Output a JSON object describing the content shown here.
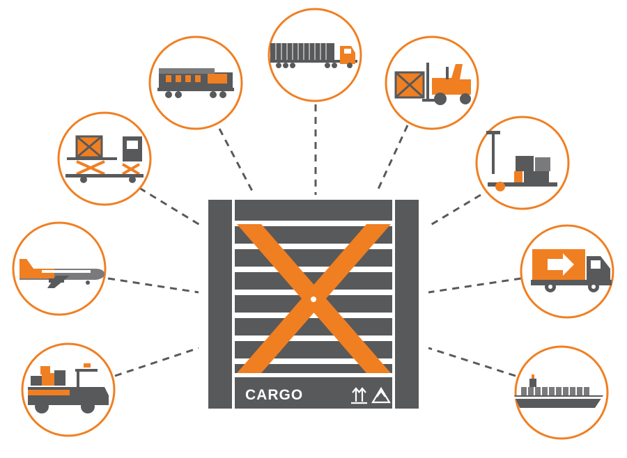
{
  "colors": {
    "accent": "#f07f22",
    "dark": "#58595b",
    "mid": "#7a7a7c",
    "light": "#d9d9d9",
    "white": "#ffffff"
  },
  "crate": {
    "label": "CARGO",
    "handling_icons": [
      "this-way-up-icon",
      "recycle-icon"
    ]
  },
  "transport_nodes": [
    {
      "name": "cargo-plane",
      "icon": "cargo-plane-icon"
    },
    {
      "name": "baggage-tractor",
      "icon": "baggage-tractor-icon"
    },
    {
      "name": "scissor-lift-loader",
      "icon": "scissor-lift-loader-icon"
    },
    {
      "name": "locomotive",
      "icon": "locomotive-icon"
    },
    {
      "name": "semi-truck",
      "icon": "semi-truck-icon"
    },
    {
      "name": "forklift",
      "icon": "forklift-icon"
    },
    {
      "name": "pallet-jack",
      "icon": "pallet-jack-icon"
    },
    {
      "name": "delivery-truck",
      "icon": "delivery-truck-icon"
    },
    {
      "name": "container-ship",
      "icon": "container-ship-icon"
    }
  ]
}
